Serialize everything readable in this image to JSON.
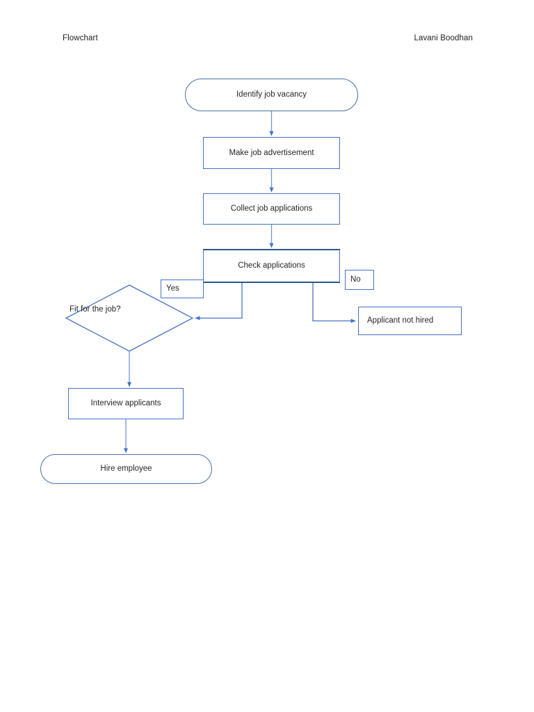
{
  "header": {
    "left_title": "Flowchart",
    "right_author": "Lavani Boodhan"
  },
  "colors": {
    "shape_border": "#4472C4",
    "terminal_border": "#4472A8",
    "selected_border": "#2E5489",
    "connector": "#4472C4",
    "page_background": "#FFFFFF",
    "text": "#262626"
  },
  "chart_data": {
    "type": "diagram",
    "title": "Flowchart",
    "nodes": [
      {
        "id": "identify",
        "shape": "terminal",
        "label": "Identify job vacancy"
      },
      {
        "id": "advert",
        "shape": "process",
        "label": "Make job advertisement"
      },
      {
        "id": "collect",
        "shape": "process",
        "label": "Collect job applications"
      },
      {
        "id": "check",
        "shape": "process",
        "label": "Check applications",
        "selected": true
      },
      {
        "id": "decision",
        "shape": "diamond",
        "label": "Fit for the job?"
      },
      {
        "id": "notHired",
        "shape": "process",
        "label": "Applicant not hired"
      },
      {
        "id": "interview",
        "shape": "process",
        "label": "Interview applicants"
      },
      {
        "id": "hire",
        "shape": "terminal",
        "label": "Hire employee"
      }
    ],
    "edge_labels": [
      {
        "id": "yes",
        "label": "Yes"
      },
      {
        "id": "no",
        "label": "No"
      }
    ],
    "edges": [
      {
        "from": "identify",
        "to": "advert",
        "label": ""
      },
      {
        "from": "advert",
        "to": "collect",
        "label": ""
      },
      {
        "from": "collect",
        "to": "check",
        "label": ""
      },
      {
        "from": "check",
        "to": "decision",
        "label": "Yes"
      },
      {
        "from": "check",
        "to": "notHired",
        "label": "No"
      },
      {
        "from": "decision",
        "to": "interview",
        "label": ""
      },
      {
        "from": "interview",
        "to": "hire",
        "label": ""
      }
    ]
  },
  "nodes": {
    "identify": {
      "label": "Identify job vacancy"
    },
    "advert": {
      "label": "Make job advertisement"
    },
    "collect": {
      "label": "Collect job applications"
    },
    "check": {
      "label": "Check applications"
    },
    "decision": {
      "label": "Fit for the job?"
    },
    "yes": {
      "label": "Yes"
    },
    "no": {
      "label": "No"
    },
    "notHired": {
      "label": "Applicant not hired"
    },
    "interview": {
      "label": "Interview applicants"
    },
    "hire": {
      "label": "Hire employee"
    }
  }
}
